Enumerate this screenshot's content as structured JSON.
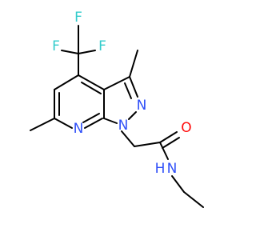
{
  "molecule": {
    "atoms": {
      "f1": {
        "label": "F",
        "color": "#33cccc"
      },
      "f2": {
        "label": "F",
        "color": "#33cccc"
      },
      "f3": {
        "label": "F",
        "color": "#33cccc"
      },
      "n_pyrazole_2": {
        "label": "N",
        "color": "#3050f8"
      },
      "n_pyrazole_1": {
        "label": "N",
        "color": "#3050f8"
      },
      "n_pyridine": {
        "label": "N",
        "color": "#3050f8"
      },
      "o_carbonyl": {
        "label": "O",
        "color": "#ff0d0d"
      },
      "n_amide": {
        "label": "N",
        "color": "#3050f8"
      },
      "h_amide": {
        "label": "H",
        "color": "#3050f8"
      }
    }
  }
}
